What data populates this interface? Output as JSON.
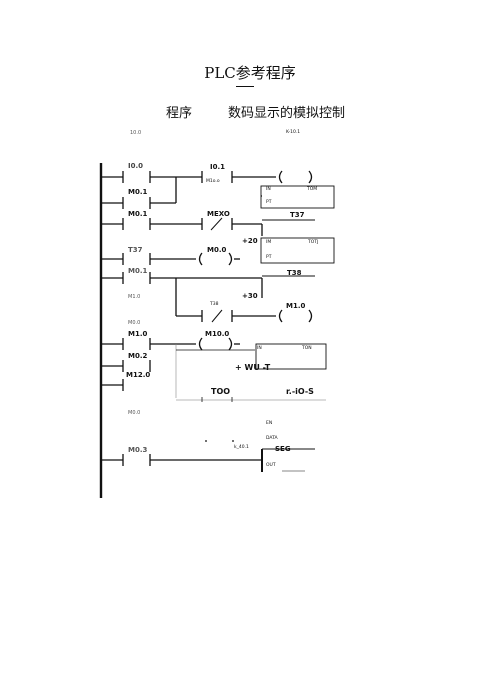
{
  "doc": {
    "title": "PLC参考程序",
    "dash": "一",
    "subtitle_left": "程序",
    "subtitle_right": "数码显示的模拟控制"
  },
  "ladder": {
    "header_left": "10.0",
    "header_right": "K-10.1",
    "rung1": {
      "contact_a": "I0.0",
      "contact_b": "I0.1",
      "contact_b_sub": "M1o.o",
      "contact_c": "M0.1"
    },
    "box_t30": {
      "in": "IN",
      "name": "TOM",
      "pt": "PT"
    },
    "rung2": {
      "contact_a": "M0.1",
      "contact_b": "MEXO",
      "t37": "T37",
      "preset": "+20"
    },
    "box_t37": {
      "in": "IM",
      "name": "TOTJ",
      "pt": "PT"
    },
    "rung3": {
      "contact_a": "T37",
      "coil": "M0.0",
      "contact_b": "M0.1",
      "t38": "T38",
      "t38_label": "T38",
      "preset": "+30",
      "contact_c": "M1.0",
      "coil_m1": "M1.0"
    },
    "rung4": {
      "above": "M0.0",
      "contact_a": "M1.0",
      "coil": "M10.0",
      "in": "IN",
      "tonr": "TON",
      "contact_b": "M0.2",
      "pt": "+ WU -T",
      "contact_c": "M12.0"
    },
    "rung5": {
      "too": "TOO",
      "rio": "r.-iO-S",
      "bottom": "M0.0"
    },
    "rung6": {
      "en": "EN",
      "data": "DATA",
      "contact_a": "M0.3",
      "k": "k_40.1",
      "encoder": "SEG",
      "out": "OUT"
    }
  }
}
